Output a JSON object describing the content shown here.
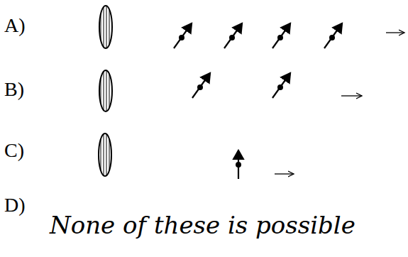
{
  "diagram": {
    "labels": [
      "A)",
      "B)",
      "C)",
      "D)",
      "None of these is possible"
    ]
  }
}
